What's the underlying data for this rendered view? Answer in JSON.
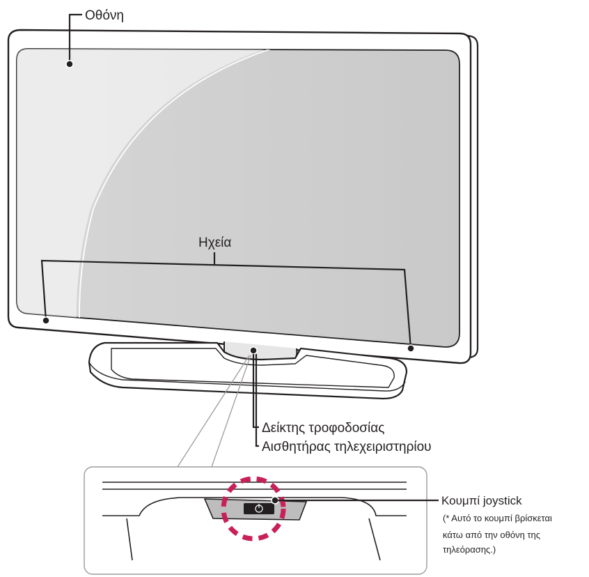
{
  "labels": {
    "screen": "Οθόνη",
    "speakers": "Ηχεία",
    "power_indicator": "Δείκτης τροφοδοσίας",
    "remote_sensor": "Αισθητήρας τηλεχειριστηρίου",
    "joystick_button": "Κουμπί joystick",
    "joystick_note_1": "(* Αυτό το κουμπί βρίσκεται",
    "joystick_note_2": "κάτω από την οθόνη της",
    "joystick_note_3": "τηλεόρασης.)"
  },
  "colors": {
    "outline": "#231f20",
    "screen_fill": "#d9d9d9",
    "highlight_ring": "#c8205a"
  }
}
